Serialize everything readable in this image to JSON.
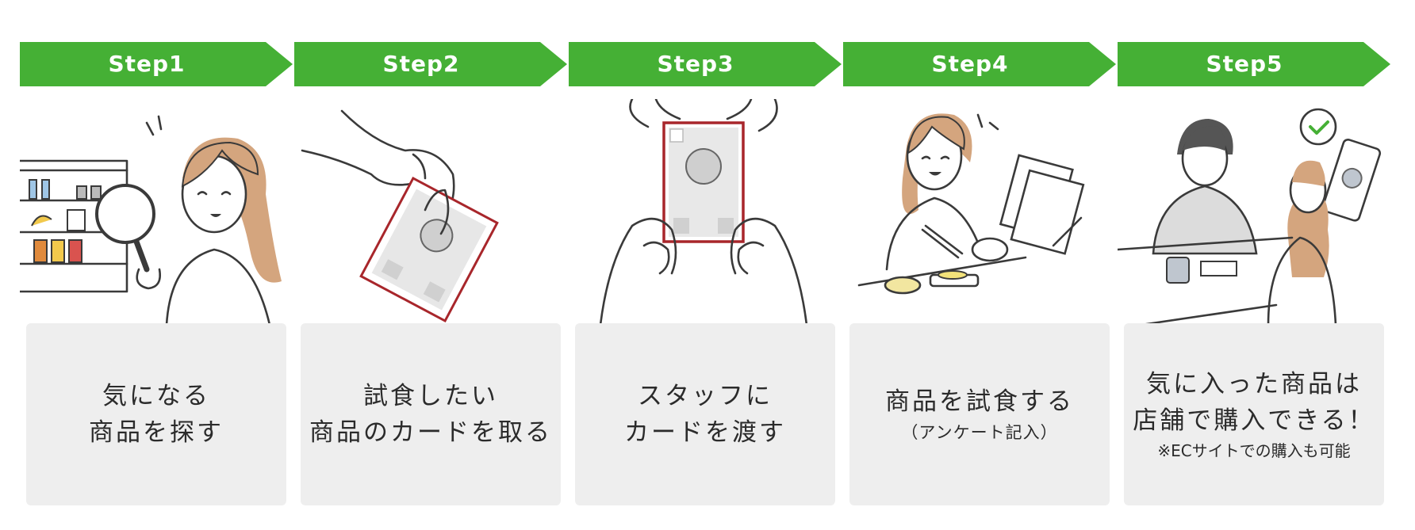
{
  "colors": {
    "banner": "#45b035",
    "card_bg": "#eeeeee",
    "card_red": "#a8262b",
    "hair": "#d4a57e"
  },
  "steps": [
    {
      "label": "Step1",
      "lines": [
        "気になる",
        "商品を探す"
      ],
      "icon": "woman-magnifier-shelf-illustration"
    },
    {
      "label": "Step2",
      "lines": [
        "試食したい",
        "商品のカードを取る"
      ],
      "icon": "hand-picking-card-illustration"
    },
    {
      "label": "Step3",
      "lines": [
        "スタッフに",
        "カードを渡す"
      ],
      "icon": "hands-holding-card-illustration"
    },
    {
      "label": "Step4",
      "lines": [
        "商品を試食する"
      ],
      "sub": "（アンケート記入）",
      "icon": "woman-eating-survey-illustration"
    },
    {
      "label": "Step5",
      "lines": [
        "気に入った商品は",
        "店舗で購入できる！"
      ],
      "note": "※ECサイトでの購入も可能",
      "icon": "purchase-at-store-illustration"
    }
  ]
}
